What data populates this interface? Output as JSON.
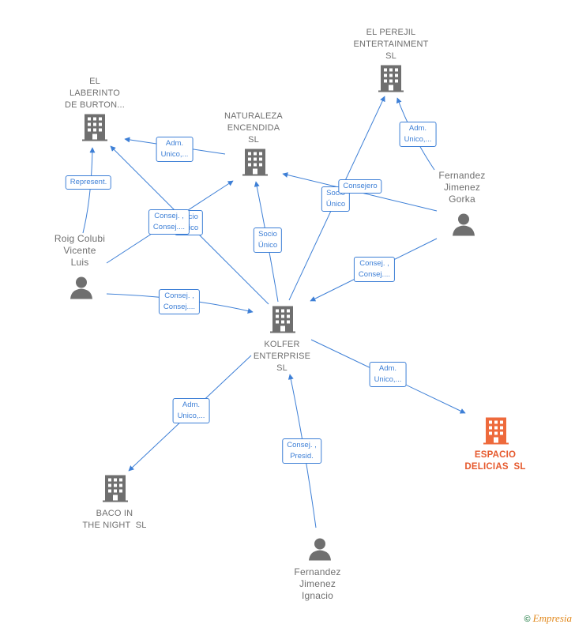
{
  "nodes": {
    "el_laberinto": {
      "lines": [
        "EL",
        "LABERINTO",
        "DE BURTON..."
      ]
    },
    "naturaleza": {
      "lines": [
        "NATURALEZA",
        "ENCENDIDA",
        "SL"
      ]
    },
    "el_perejil": {
      "lines": [
        "EL PEREJIL",
        "ENTERTAINMENT",
        "SL"
      ]
    },
    "fernandez_gorka": {
      "lines": [
        "Fernandez",
        "Jimenez",
        "Gorka"
      ]
    },
    "roig": {
      "lines": [
        "Roig Colubi",
        "Vicente",
        "Luis"
      ]
    },
    "kolfer": {
      "lines": [
        "KOLFER",
        "ENTERPRISE",
        "SL"
      ]
    },
    "espacio": {
      "lines": [
        "ESPACIO",
        "DELICIAS  SL"
      ]
    },
    "baco": {
      "lines": [
        "BACO IN",
        "THE NIGHT  SL"
      ]
    },
    "fernandez_ignacio": {
      "lines": [
        "Fernandez",
        "Jimenez",
        "Ignacio"
      ]
    }
  },
  "edge_labels": {
    "adm_laberinto": [
      "Adm.",
      "Unico,..."
    ],
    "adm_perejil": [
      "Adm.",
      "Unico,..."
    ],
    "represent": [
      "Represent."
    ],
    "consej_roig_top": [
      "Consej. ,",
      "Consej...."
    ],
    "socio_behind": [
      "Socio",
      "Único"
    ],
    "socio_kolfer_nat": [
      "Socio",
      "Único"
    ],
    "socio_kolfer_perejil": [
      "Socio",
      "Único"
    ],
    "consejero": [
      "Consejero"
    ],
    "consej_gorka": [
      "Consej. ,",
      "Consej...."
    ],
    "consej_roig_kolfer": [
      "Consej. ,",
      "Consej...."
    ],
    "adm_espacio": [
      "Adm.",
      "Unico,..."
    ],
    "adm_baco": [
      "Adm.",
      "Unico,..."
    ],
    "consej_presid": [
      "Consej. ,",
      "Presid."
    ]
  },
  "colors": {
    "edge": "#3d7fd6",
    "building_gray": "#6f6f6f",
    "building_highlight": "#ee6a3c",
    "person_gray": "#6f6f6f"
  },
  "footer": {
    "copyright": "©",
    "brand": "Empresia"
  }
}
